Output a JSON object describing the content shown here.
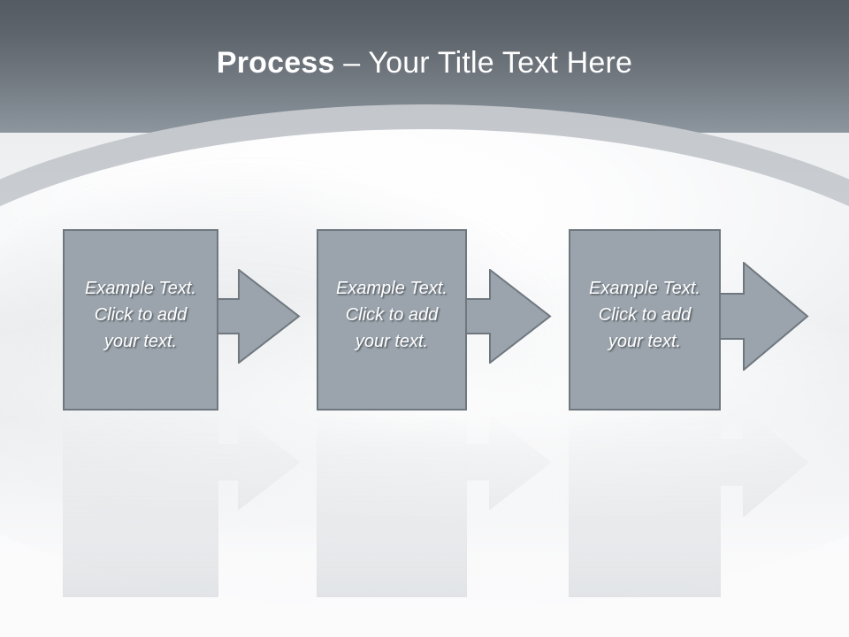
{
  "slide": {
    "title": {
      "bold_part": "Process",
      "rest_part": " – Your Title Text Here"
    },
    "theme": {
      "title_color": "#ffffff",
      "header_gradient_top": "#545b63",
      "header_gradient_bottom": "#a2abb2",
      "shape_fill": "#9ba4ac",
      "shape_border": "#6f787f",
      "shape_text_color": "#ffffff",
      "background": "#fbfbfc"
    },
    "process": {
      "steps": [
        {
          "id": "step-1",
          "text": "Example Text.\nClick  to add\nyour text.",
          "arrow": "right-arrow-icon"
        },
        {
          "id": "step-2",
          "text": "Example Text.\nClick  to add\nyour text.",
          "arrow": "right-arrow-icon"
        },
        {
          "id": "step-3",
          "text": "Example Text.\nClick  to add\nyour text.",
          "arrow": "right-arrow-icon"
        }
      ]
    }
  }
}
